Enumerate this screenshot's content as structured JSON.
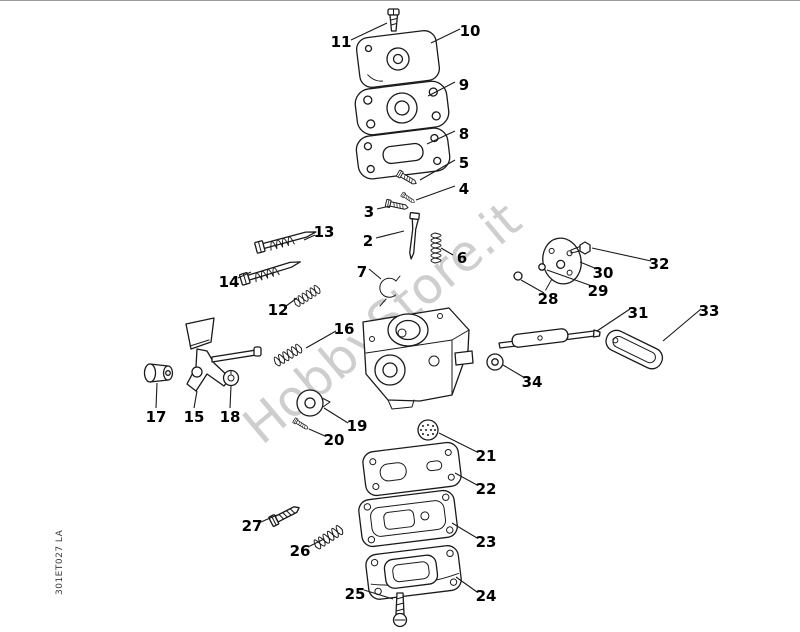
{
  "diagram": {
    "watermark": "HobbyStore.it",
    "doc_code": "301ET027 LA",
    "watermark_color": "#c2c2c2",
    "line_color": "#1a1a1a",
    "background": "#ffffff"
  },
  "callouts": {
    "p2": "2",
    "p3": "3",
    "p4": "4",
    "p5": "5",
    "p6": "6",
    "p7": "7",
    "p8": "8",
    "p9": "9",
    "p10": "10",
    "p11": "11",
    "p12": "12",
    "p13": "13",
    "p14": "14",
    "p15": "15",
    "p16": "16",
    "p17": "17",
    "p18": "18",
    "p19": "19",
    "p20": "20",
    "p21": "21",
    "p22": "22",
    "p23": "23",
    "p24": "24",
    "p25": "25",
    "p26": "26",
    "p27": "27",
    "p28": "28",
    "p29": "29",
    "p30": "30",
    "p31": "31",
    "p32": "32",
    "p33": "33",
    "p34": "34"
  }
}
